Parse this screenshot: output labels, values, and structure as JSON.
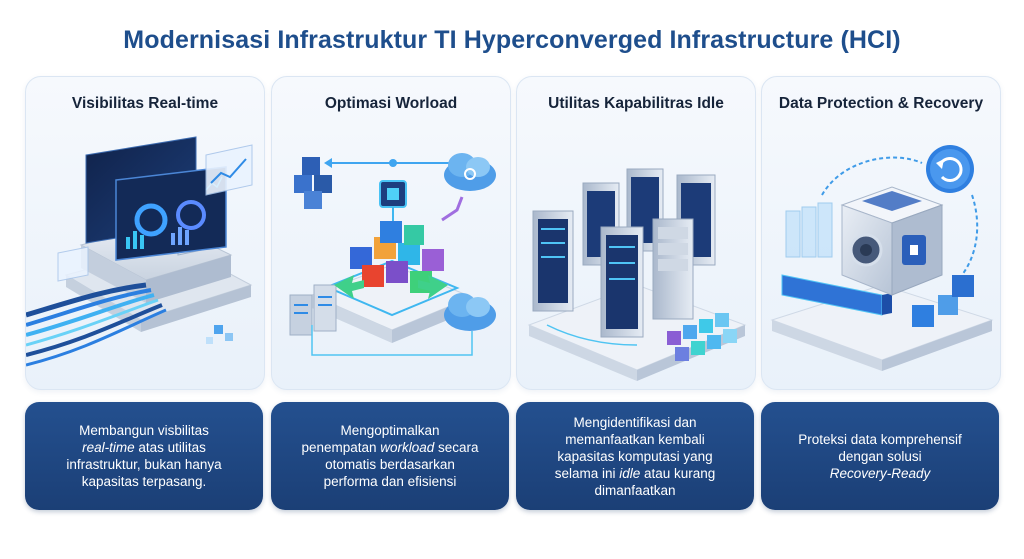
{
  "title": "Modernisasi Infrastruktur TI Hyperconverged Infrastructure (HCI)",
  "colors": {
    "title": "#1e4e8c",
    "card": "#1f4682",
    "accent": "#2f8be6",
    "cyan": "#36c6f0"
  },
  "panels": [
    {
      "title": "Visibilitas Real-time",
      "icon": "dashboard-monitor-icon",
      "desc": {
        "l1": "Membangun visbilitas",
        "l2_em": "real-time",
        "l2_rest": " atas utilitas",
        "l3": "infrastruktur, bukan hanya",
        "l4": "kapasitas terpasang."
      }
    },
    {
      "title": "Optimasi Worload",
      "icon": "workload-cubes-icon",
      "desc": {
        "l1": "Mengoptimalkan",
        "l2_pre": "penempatan ",
        "l2_em": "workload",
        "l2_post": " secara",
        "l3": "otomatis berdasarkan",
        "l4": "performa dan efisiensi"
      }
    },
    {
      "title": "Utilitas Kapabilitras Idle",
      "icon": "server-rack-icon",
      "desc": {
        "l1": "Mengidentifikasi dan",
        "l2": "memanfaatkan kembali",
        "l3": "kapasitas komputasi yang",
        "l4_pre": "selama ini ",
        "l4_em": "idle",
        "l4_post": " atau kurang",
        "l5": "dimanfaatkan"
      }
    },
    {
      "title": "Data Protection & Recovery",
      "icon": "vault-recovery-icon",
      "desc": {
        "l1": "Proteksi data komprehensif",
        "l2": "dengan solusi",
        "l3_em": "Recovery-Ready"
      }
    }
  ]
}
